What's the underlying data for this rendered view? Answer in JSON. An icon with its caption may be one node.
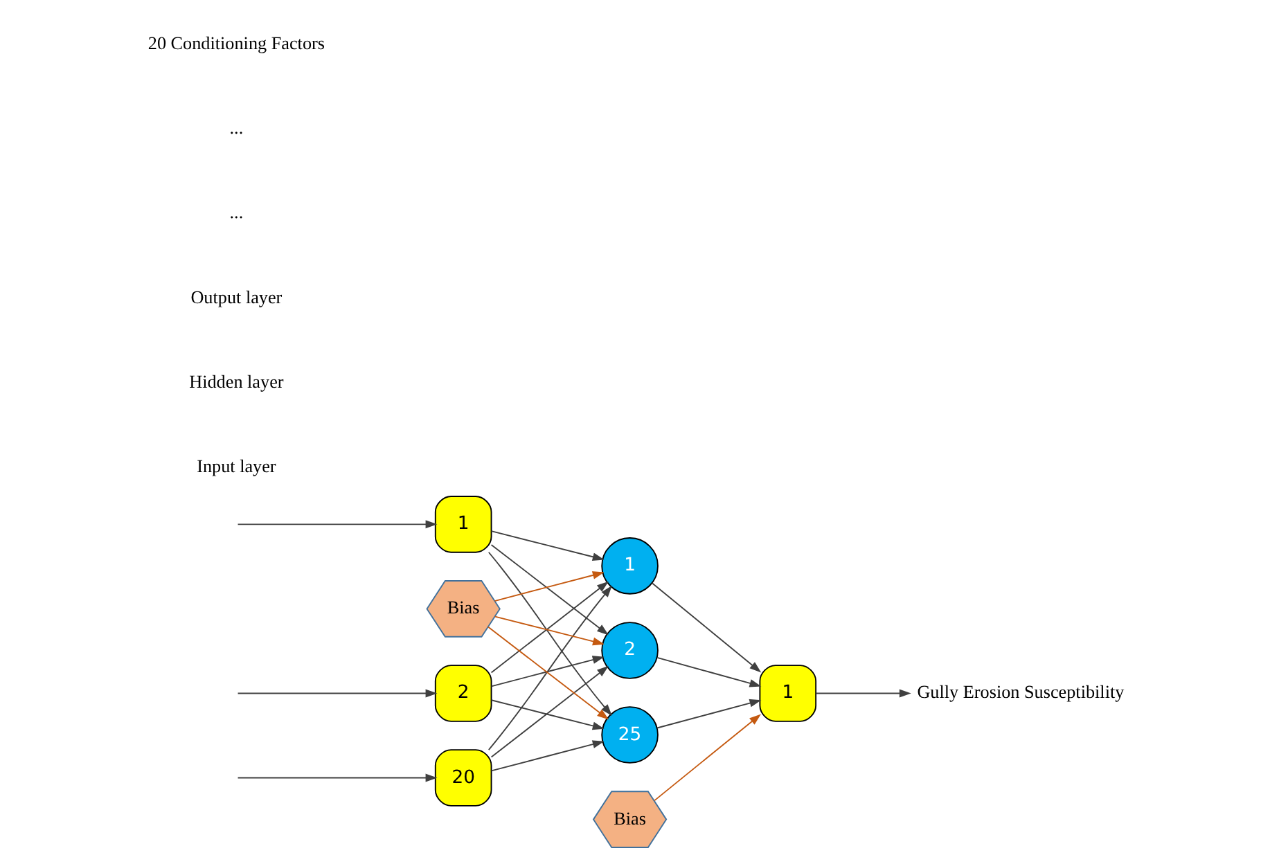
{
  "diagram": {
    "nodes": [
      {
        "text": [
          "1"
        ]
      },
      {
        "text": [
          "2"
        ]
      },
      {
        "text": [
          "20"
        ]
      },
      {
        "text": [
          "1"
        ]
      },
      {
        "text": [
          "2"
        ]
      },
      {
        "text": [
          "25"
        ]
      },
      {
        "text": [
          "1"
        ]
      },
      {
        "text": [
          "Bias"
        ]
      },
      {
        "text": [
          "Bias"
        ]
      },
      {
        "text": [
          "Gully Erosion Susceptibility"
        ]
      }
    ],
    "edges": [
      {
        "from": null,
        "to": 0,
        "arrow": "to"
      },
      {
        "from": null,
        "to": 1,
        "arrow": "to"
      },
      {
        "from": null,
        "to": 2,
        "arrow": "to"
      },
      {
        "from": 0,
        "to": 3,
        "arrow": "to"
      },
      {
        "from": 0,
        "to": 4,
        "arrow": "to"
      },
      {
        "from": 0,
        "to": 5,
        "arrow": "to"
      },
      {
        "from": 1,
        "to": 3,
        "arrow": "to"
      },
      {
        "from": 1,
        "to": 4,
        "arrow": "to"
      },
      {
        "from": 1,
        "to": 5,
        "arrow": "to"
      },
      {
        "from": 2,
        "to": 3,
        "arrow": "to"
      },
      {
        "from": 2,
        "to": 4,
        "arrow": "to"
      },
      {
        "from": 2,
        "to": 5,
        "arrow": "to"
      },
      {
        "from": 3,
        "to": 6,
        "arrow": "to"
      },
      {
        "from": 4,
        "to": 6,
        "arrow": "to"
      },
      {
        "from": 5,
        "to": 6,
        "arrow": "to"
      },
      {
        "from": 7,
        "to": 3,
        "arrow": "to",
        "color": "#c55a11"
      },
      {
        "from": 7,
        "to": 4,
        "arrow": "to",
        "color": "#c55a11"
      },
      {
        "from": 7,
        "to": 5,
        "arrow": "to",
        "color": "#c55a11"
      },
      {
        "from": 8,
        "to": 6,
        "arrow": "to",
        "color": "#c55a11"
      },
      {
        "from": 6,
        "to": 9,
        "arrow": "to"
      }
    ],
    "labels": [
      "Input layer",
      "Hidden layer",
      "Output layer",
      "...",
      "...",
      "20 Conditioning Factors"
    ]
  }
}
